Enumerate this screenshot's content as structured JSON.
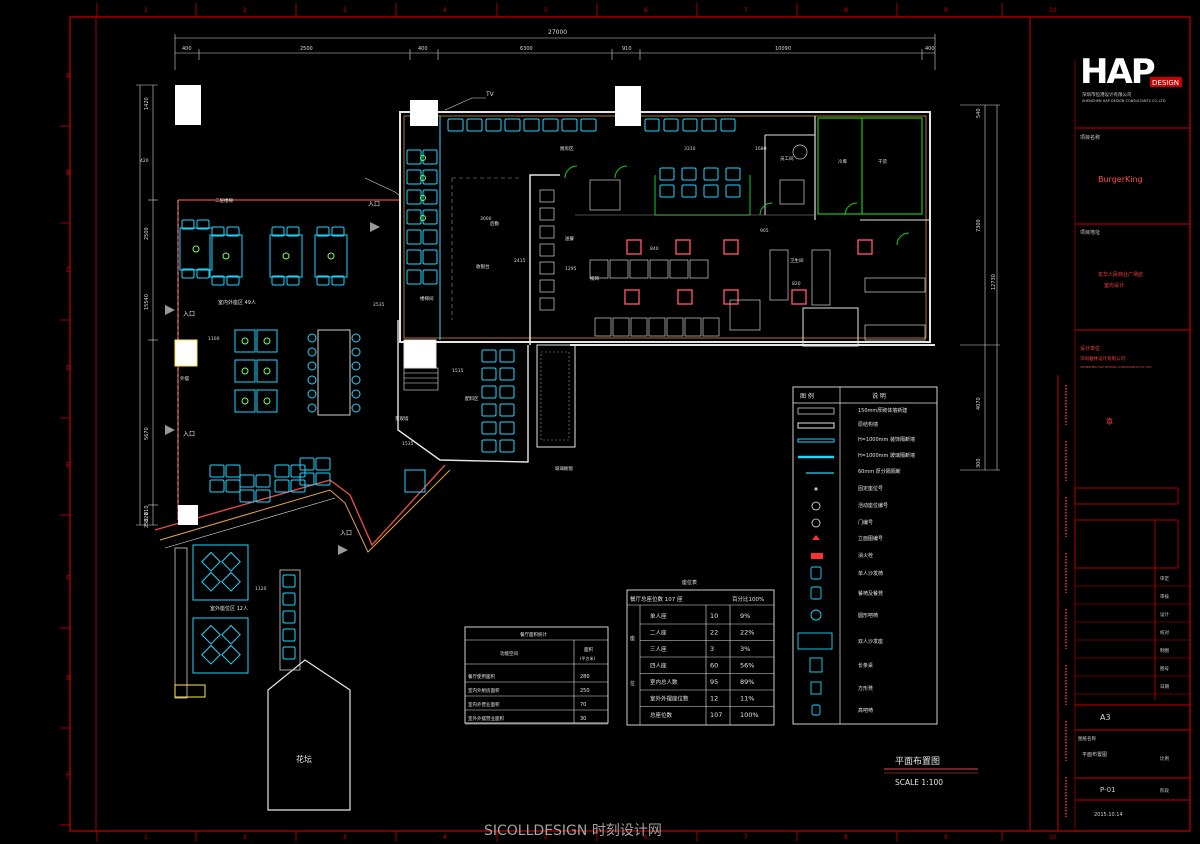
{
  "title_block": {
    "logo_letters": "HAP",
    "logo_tagline": "DESIGN",
    "logo_company_cn": "深圳市恒港设计有限公司",
    "logo_company_en": "SHENZHEN HAP DESIGN CONSULTANTS CO.,LTD",
    "project_header": "项目名称",
    "project_name": "BurgerKing",
    "location_header": "项目地址",
    "location_text": "龙华人民商业广场店",
    "location_text2": "室内设计",
    "designer_cn": "设计单位",
    "designer_company": "深圳雅林设计有限公司",
    "designer_company_en": "SHENZHEN HAP DESIGN CONSULTANTS CO.,LTD",
    "seal": "章",
    "drawing_name_header": "图纸名称",
    "drawing_name_value": "平面布置图",
    "paper_size": "A3",
    "drawing_number": "P-01",
    "date": "2015.10.14",
    "row_labels": [
      "审定",
      "审核",
      "设计",
      "校对",
      "制图",
      "图号",
      "日期"
    ],
    "scale_label": "比例",
    "stage_label": "阶段"
  },
  "plan": {
    "title": "平面布置图",
    "scale": "SCALE 1:100",
    "tv_label": "TV",
    "entrance_labels": [
      "入口",
      "入口",
      "入口",
      "入口"
    ],
    "flower_bed": "花坛",
    "dim_top_total": "27000",
    "dim_top_segments": [
      "400",
      "2500",
      "400",
      "6300",
      "910",
      "10090",
      "400"
    ],
    "dim_right": [
      "540",
      "7300",
      "12730",
      "4070",
      "300"
    ],
    "dim_left": [
      "1420",
      "2500",
      "15540",
      "5670",
      "810",
      "820",
      "250"
    ],
    "inner_dims": [
      "3000",
      "1295",
      "1515",
      "1535",
      "1100",
      "1120",
      "3310",
      "840",
      "905",
      "2415",
      "2535",
      "820",
      "1680",
      "420"
    ],
    "seat_zone_outdoor": "室外座位区  12人",
    "seat_zone_main": "室内外座区  49人",
    "room_labels": [
      "二层楼梯",
      "楼梯间",
      "收银台",
      "厨房区",
      "冷库",
      "干货",
      "员工间",
      "卫生间",
      "后勤",
      "排风",
      "送餐",
      "配料区",
      "景观墙",
      "玻璃橱窗",
      "外摆"
    ]
  },
  "seat_count_table": {
    "title": "座位表",
    "header_left": "餐厅总座位数   107 座",
    "header_right": "百分比100%",
    "side_label_top": "座",
    "side_label_bottom": "位",
    "rows": [
      {
        "label": "单人座",
        "count": "10",
        "pct": "9%"
      },
      {
        "label": "二人座",
        "count": "22",
        "pct": "22%"
      },
      {
        "label": "三人座",
        "count": "3",
        "pct": "3%"
      },
      {
        "label": "四人座",
        "count": "60",
        "pct": "56%"
      },
      {
        "label": "室内总人数",
        "count": "95",
        "pct": "89%"
      },
      {
        "label": "室外外摆座位数",
        "count": "12",
        "pct": "11%"
      },
      {
        "label": "总座位数",
        "count": "107",
        "pct": "100%"
      }
    ]
  },
  "area_table": {
    "title": "餐厅面积统计",
    "col1": "功能空间",
    "col2": "面积",
    "col2_sub": "(平方米)",
    "rows": [
      {
        "label": "餐厅使用面积",
        "value": "280"
      },
      {
        "label": "室内外厨房面积",
        "value": "250"
      },
      {
        "label": "室内外营业面积",
        "value": "70"
      },
      {
        "label": "室外外摆营业面积",
        "value": "30"
      }
    ]
  },
  "legend": {
    "header_symbol": "图  例",
    "header_desc": "说  明",
    "items": [
      {
        "icon": "hatched-wall-icon",
        "text": "150mm厚砌体墙新建"
      },
      {
        "icon": "double-line-wall-icon",
        "text": "原结构墙"
      },
      {
        "icon": "partition-cyan-icon",
        "text": "H=1000mm 装饰隔断墙"
      },
      {
        "icon": "partition-cyan-thick-icon",
        "text": "H=1000mm 玻璃隔断墙"
      },
      {
        "icon": "partition-thin-icon",
        "text": "60mm 厚分隔隔断"
      },
      {
        "icon": "dot-icon",
        "text": "固定座位号"
      },
      {
        "icon": "circle-tag-icon",
        "text": "活动座位编号"
      },
      {
        "icon": "door-tag-icon",
        "text": "门编号"
      },
      {
        "icon": "elevation-icon",
        "text": "立面图编号"
      },
      {
        "icon": "extinguisher-icon",
        "text": "消火栓"
      },
      {
        "icon": "single-sofa-icon",
        "text": "单人沙发椅"
      },
      {
        "icon": "chair-icon",
        "text": "餐椅及餐凳"
      },
      {
        "icon": "round-table-icon",
        "text": "圆形吧椅"
      },
      {
        "icon": "long-table-icon",
        "text": "双人沙发座"
      },
      {
        "icon": "square-table-icon",
        "text": "长条桌"
      },
      {
        "icon": "stool-icon",
        "text": "方形凳"
      },
      {
        "icon": "bar-chair-icon",
        "text": "高吧椅"
      }
    ]
  },
  "frame": {
    "col_marks": [
      "1",
      "2",
      "3",
      "4",
      "5",
      "6",
      "7",
      "8",
      "9",
      "10"
    ],
    "row_marks": [
      "A",
      "B",
      "C",
      "D",
      "E",
      "F",
      "G",
      "H"
    ]
  },
  "watermark": "SICOLLDESIGN 时刻设计网"
}
